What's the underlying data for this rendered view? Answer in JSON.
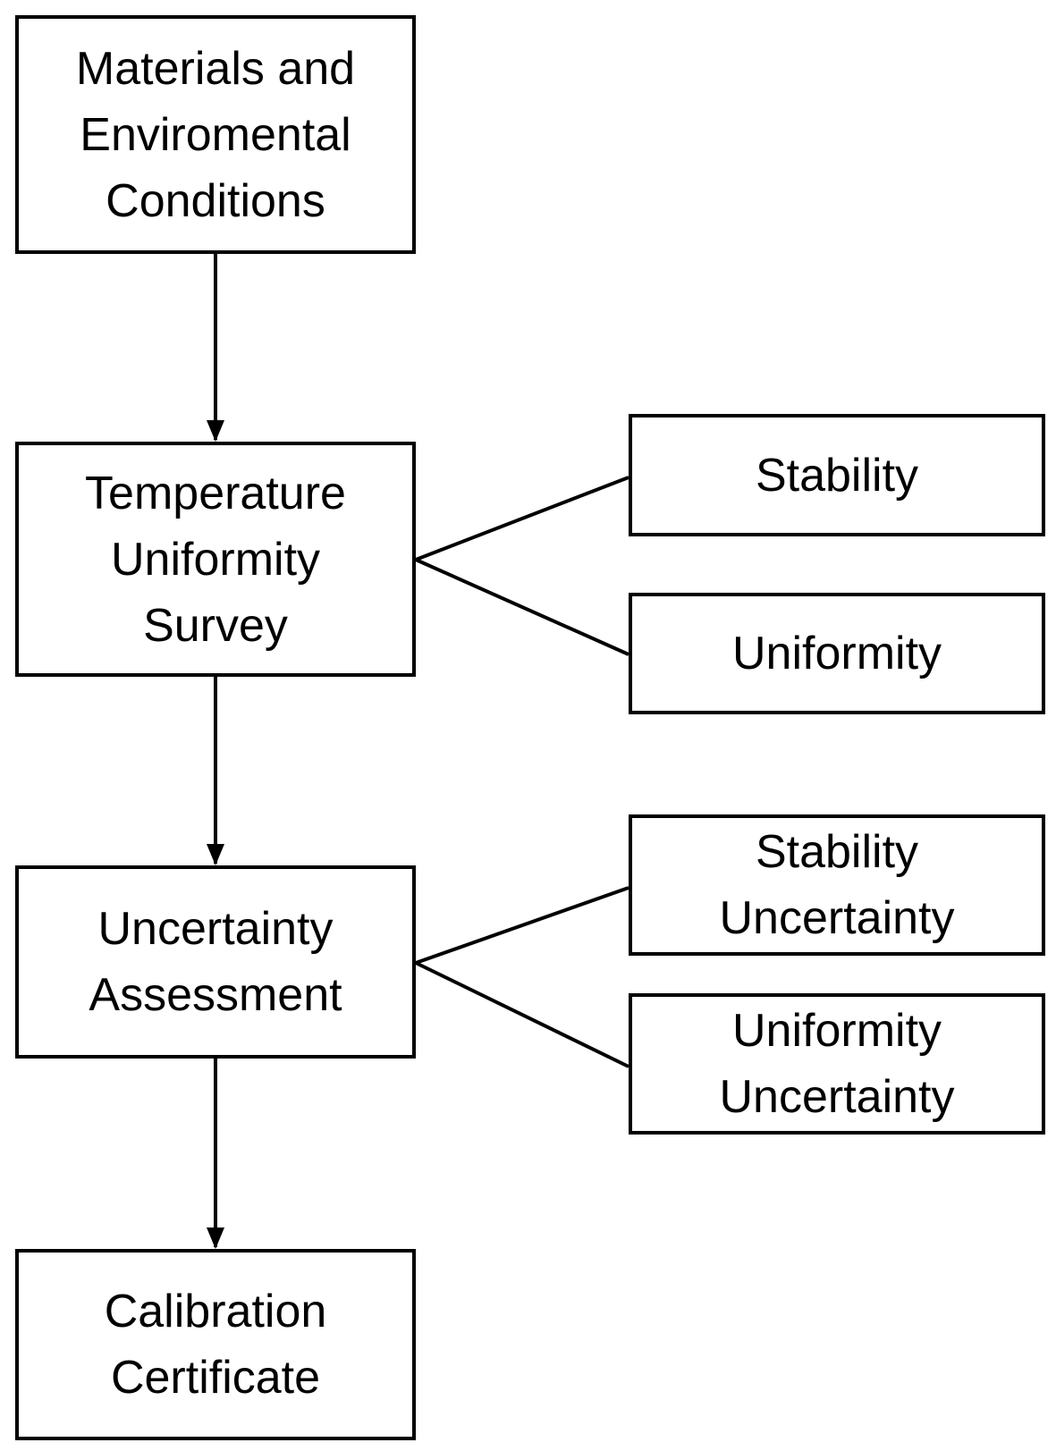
{
  "diagram": {
    "nodes": {
      "materials": {
        "lines": [
          "Materials and",
          "Enviromental",
          "Conditions"
        ]
      },
      "survey": {
        "lines": [
          "Temperature",
          "Uniformity",
          "Survey"
        ]
      },
      "uncertainty": {
        "lines": [
          "Uncertainty",
          "Assessment"
        ]
      },
      "certificate": {
        "lines": [
          "Calibration",
          "Certificate"
        ]
      },
      "stability": {
        "lines": [
          "Stability"
        ]
      },
      "uniformity": {
        "lines": [
          "Uniformity"
        ]
      },
      "stability_uncertainty": {
        "lines": [
          "Stability",
          "Uncertainty"
        ]
      },
      "uniformity_uncertainty": {
        "lines": [
          "Uniformity",
          "Uncertainty"
        ]
      }
    },
    "edges": [
      {
        "from": "materials",
        "to": "survey",
        "type": "arrow"
      },
      {
        "from": "survey",
        "to": "uncertainty",
        "type": "arrow"
      },
      {
        "from": "uncertainty",
        "to": "certificate",
        "type": "arrow"
      },
      {
        "from": "survey",
        "to": "stability",
        "type": "line"
      },
      {
        "from": "survey",
        "to": "uniformity",
        "type": "line"
      },
      {
        "from": "uncertainty",
        "to": "stability_uncertainty",
        "type": "line"
      },
      {
        "from": "uncertainty",
        "to": "uniformity_uncertainty",
        "type": "line"
      }
    ],
    "colors": {
      "stroke": "#000000",
      "fill": "#ffffff",
      "text": "#000000"
    }
  }
}
